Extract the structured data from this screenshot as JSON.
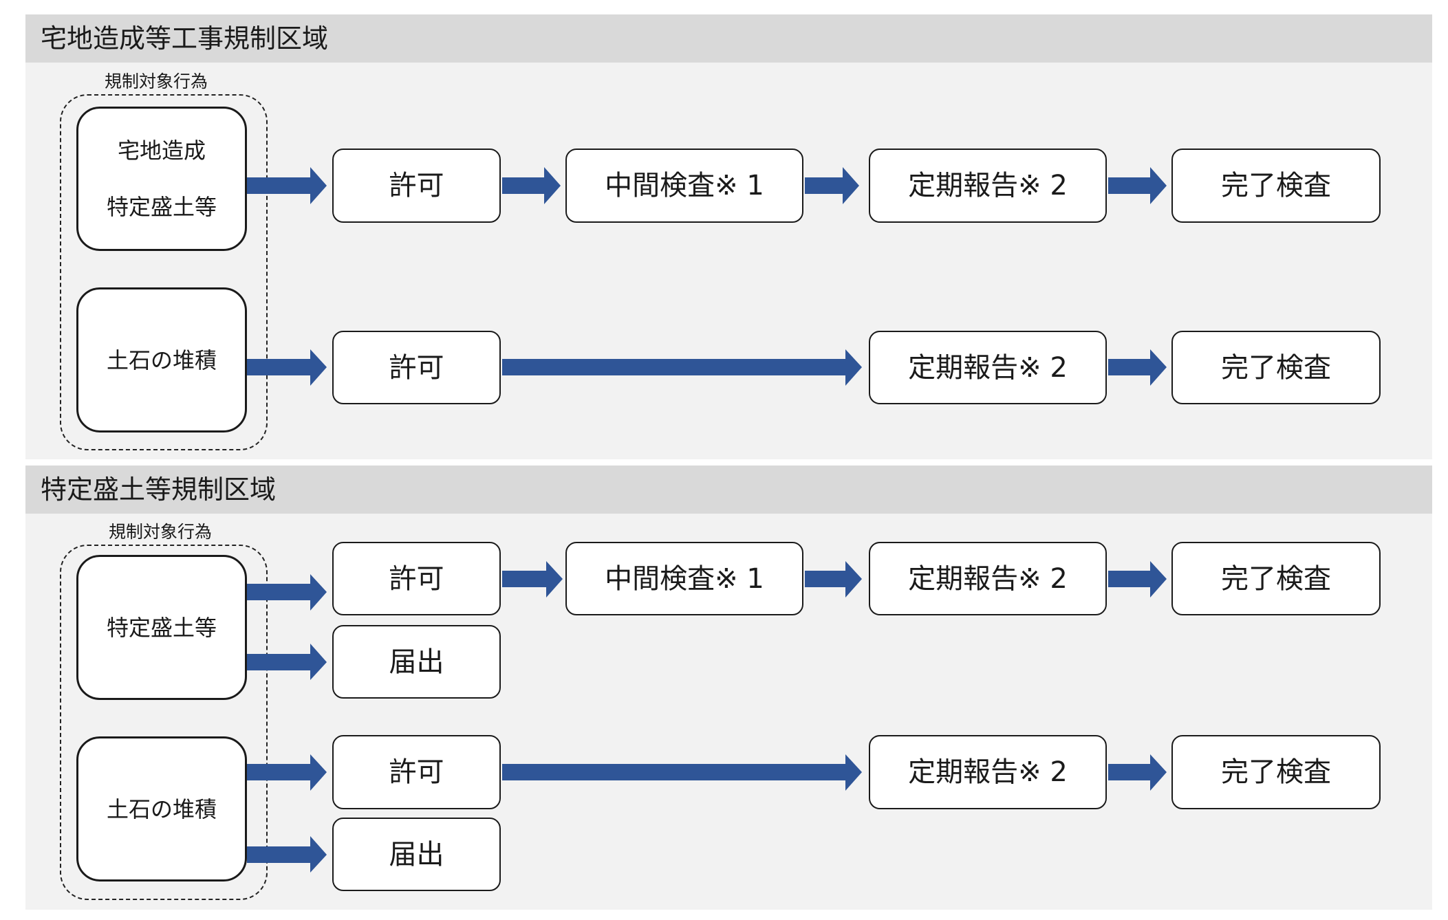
{
  "colors": {
    "arrow": "#2f5597",
    "header_bg": "#d9d9d9",
    "panel_bg": "#f2f2f2"
  },
  "sections": [
    {
      "title": "宅地造成等工事規制区域",
      "group_label": "規制対象行為",
      "activities": [
        {
          "lines": [
            "宅地造成",
            "特定盛土等"
          ]
        },
        {
          "lines": [
            "土石の堆積"
          ]
        }
      ],
      "flows": [
        {
          "steps": [
            "許可",
            "中間検査※ 1",
            "定期報告※ 2",
            "完了検査"
          ]
        },
        {
          "steps": [
            "許可",
            "定期報告※ 2",
            "完了検査"
          ]
        }
      ]
    },
    {
      "title": "特定盛土等規制区域",
      "group_label": "規制対象行為",
      "activities": [
        {
          "lines": [
            "特定盛土等"
          ]
        },
        {
          "lines": [
            "土石の堆積"
          ]
        }
      ],
      "flows": [
        {
          "steps": [
            "許可",
            "中間検査※ 1",
            "定期報告※ 2",
            "完了検査"
          ]
        },
        {
          "steps": [
            "届出"
          ]
        },
        {
          "steps": [
            "許可",
            "定期報告※ 2",
            "完了検査"
          ]
        },
        {
          "steps": [
            "届出"
          ]
        }
      ]
    }
  ]
}
